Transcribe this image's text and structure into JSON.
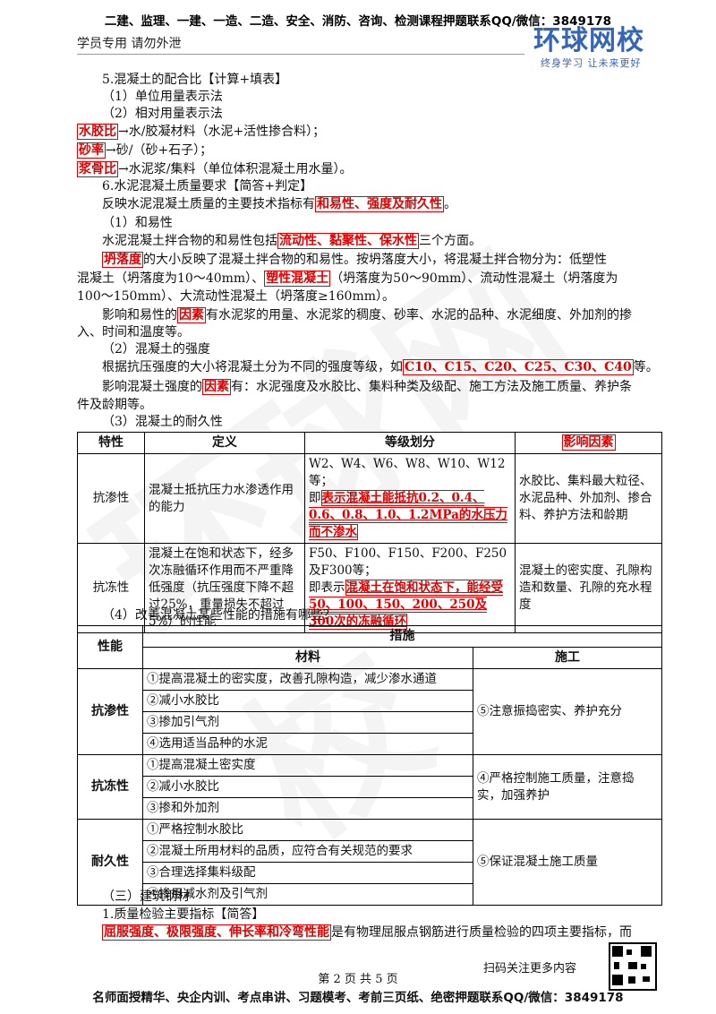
{
  "header": {
    "top_line": "二建、监理、一建、一造、二造、安全、消防、咨询、检测课程押题联系QQ/微信：3849178",
    "student_note": "学员专用 请勿外泄",
    "logo_main": "环球网校",
    "logo_sub": "终身学习 让未来更好"
  },
  "body": {
    "s5_title": "5.混凝土的配合比【计算+填表】",
    "s5_1": "（1）单位用量表示法",
    "s5_2": "（2）相对用量表示法",
    "wc_key": "水胶比",
    "wc_rest": "→水/胶凝材料（水泥+活性掺合料）；",
    "sand_key": "砂率",
    "sand_rest": "→砂/（砂+石子）；",
    "paste_key": "浆骨比",
    "paste_rest": "→水泥浆/集料（单位体积混凝土用水量）。",
    "s6_title": "6.水泥混凝土质量要求【简答+判定】",
    "s6_intro_a": "反映水泥混凝土质量的主要技术指标有",
    "s6_intro_key": "和易性、强度及耐久性",
    "s6_intro_b": "。",
    "w_title": "（1）和易性",
    "w_a": "水泥混凝土拌合物的和易性包括",
    "w_key": "流动性、黏聚性、保水性",
    "w_b": "三个方面。",
    "slump_key": "坍落度",
    "slump_a": "的大小反映了混凝土拌合物的和易性。按坍落度大小，将混凝土拌合物分为：低塑性",
    "slump_b": "混凝土（坍落度为10～40mm）、",
    "plastic_key": "塑性混凝土",
    "slump_c": "（坍落度为50～90mm）、流动性混凝土（坍落度为",
    "slump_d": "100～150mm）、大流动性混凝土（坍落度≥160mm）。",
    "factor_a": "影响和易性的",
    "factor_key": "因素",
    "factor_b": "有水泥浆的用量、水泥浆的稠度、砂率、水泥的品种、水泥细度、外加剂的掺",
    "factor_c": "入、时间和温度等。",
    "st_title": "（2）混凝土的强度",
    "st_a": "根据抗压强度的大小将混凝土分为不同的强度等级，如",
    "st_key": "C10、C15、C20、C25、C30、C40",
    "st_b": "等。",
    "stf_a": "影响混凝土强度的",
    "stf_key": "因素",
    "stf_b": "有：水泥强度及水胶比、集料种类及级配、施工方法及施工质量、养护条",
    "stf_c": "件及龄期等。",
    "dur_title": "（3）混凝土的耐久性",
    "improve_title": "（4）改善混凝土某些性能的措施有哪些？",
    "steel_title": "（三）建筑钢材",
    "steel_1": "1.质量检验主要指标【简答】",
    "steel_key": "屈服强度、极限强度、伸长率和冷弯性能",
    "steel_rest": "是有物理屈服点钢筋进行质量检验的四项主要指标，而"
  },
  "table1": {
    "headers": [
      "特性",
      "定义",
      "等级划分",
      "影响因素"
    ],
    "r1": {
      "name": "抗渗性",
      "def": "混凝土抵抗压力水渗透作用的能力",
      "grade_a": "W2、W4、W6、W8、W10、W12等；",
      "grade_b": "即",
      "grade_key": "表示混凝土能抵抗0.2、0.4、0.6、0.8、1.0、1.2MPa的水压力而不渗水",
      "factor": "水胶比、集料最大粒径、水泥品种、外加剂、掺合料、养护方法和龄期"
    },
    "r2": {
      "name": "抗冻性",
      "def": "混凝土在饱和状态下，经多次冻融循环作用而不严重降低强度（抗压强度下降不超过25%，重量损失不超过5%）的性能",
      "grade_a": "F50、F100、F150、F200、F250及F300等；",
      "grade_b": "即表示",
      "grade_key": "混凝土在饱和状态下，能经受50、100、150、200、250及300次的冻融循环",
      "factor": "混凝土的密实度、孔隙构造和数量、孔隙的充水程度"
    }
  },
  "table2": {
    "h_perf": "性能",
    "h_measure": "措施",
    "h_material": "材料",
    "h_construct": "施工",
    "g1": {
      "name": "抗渗性",
      "m1": "①提高混凝土的密实度，改善孔隙构造，减少渗水通道",
      "m2": "②减小水胶比",
      "m3": "③掺加引气剂",
      "m4": "④选用适当品种的水泥",
      "c": "⑤注意振捣密实、养护充分"
    },
    "g2": {
      "name": "抗冻性",
      "m1": "①提高混凝土密实度",
      "m2": "②减小水胶比",
      "m3": "③掺和外加剂",
      "c": "④严格控制施工质量，注意捣实，加强养护"
    },
    "g3": {
      "name": "耐久性",
      "m1": "①严格控制水胶比",
      "m2": "②混凝土所用材料的品质，应符合有关规范的要求",
      "m3": "③合理选择集料级配",
      "m4": "④掺用减水剂及引气剂",
      "c": "⑤保证混凝土施工质量"
    }
  },
  "footer": {
    "scan": "扫码关注更多内容",
    "page": "第 2 页 共 5 页",
    "bottom_line": "名师面授精华、央企内训、考点串讲、习题模考、考前三页纸、绝密押题联系QQ/微信：3849178"
  }
}
